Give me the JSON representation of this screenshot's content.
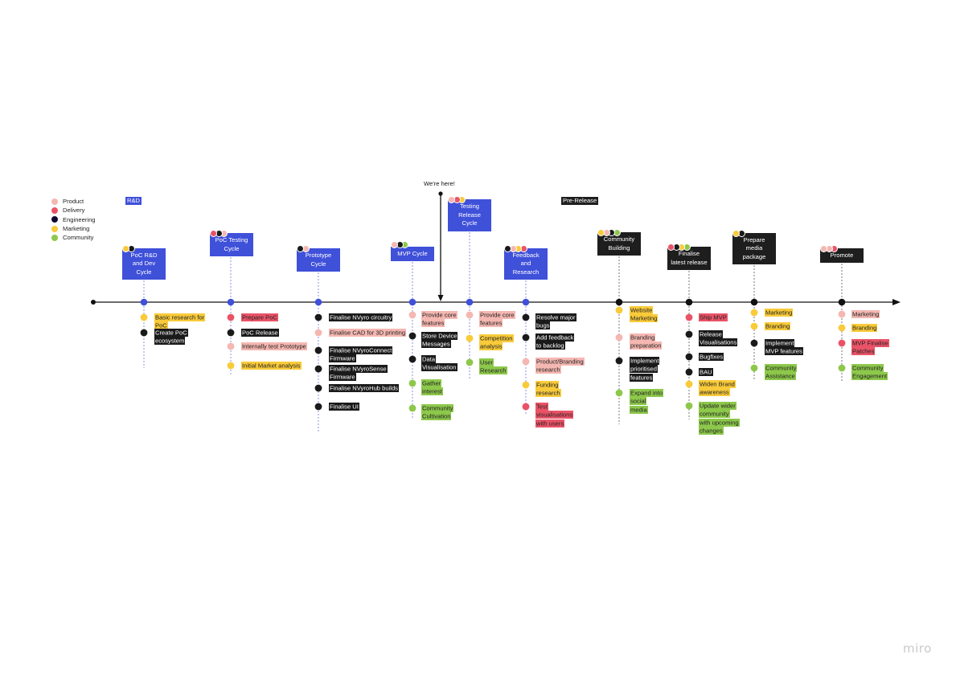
{
  "colors": {
    "product": "#F5B7B1",
    "delivery": "#EA5367",
    "engineering": "#1A1A1A",
    "marketing": "#F9CB3A",
    "community": "#8DC84B",
    "phase_blue": "#3F50D9",
    "phase_black": "#1E1E1E"
  },
  "legend": [
    {
      "label": "Product",
      "color": "#F5B7B1"
    },
    {
      "label": "Delivery",
      "color": "#EA5367"
    },
    {
      "label": "Engineering",
      "color": "#0E0A33"
    },
    {
      "label": "Marketing",
      "color": "#F9CB3A"
    },
    {
      "label": "Community",
      "color": "#8DC84B"
    }
  ],
  "tags": {
    "rd": "R&D",
    "pre_release": "Pre-Release"
  },
  "current_marker": {
    "label": "We're here!"
  },
  "watermark": "miro",
  "phases": [
    {
      "title": "PoC R&D and Dev Cycle",
      "lines": [
        "PoC R&D",
        "and Dev",
        "Cycle"
      ],
      "style": "blue",
      "avatars": [
        "marketing",
        "engineering"
      ],
      "tasks": [
        {
          "text": "Basic research for PoC",
          "cat": "marketing"
        },
        {
          "text": "Create PoC ecosystem",
          "cat": "engineering"
        }
      ]
    },
    {
      "title": "PoC Testing Cycle",
      "lines": [
        "PoC Testing",
        "Cycle"
      ],
      "style": "blue",
      "avatars": [
        "delivery",
        "engineering",
        "product"
      ],
      "tasks": [
        {
          "text": "Prepare PoC",
          "cat": "delivery"
        },
        {
          "text": "PoC Release",
          "cat": "engineering"
        },
        {
          "text": "Internally test Prototype",
          "cat": "product"
        },
        {
          "text": "Initial Market analysis",
          "cat": "marketing"
        }
      ]
    },
    {
      "title": "Prototype Cycle",
      "lines": [
        "Prototype",
        "Cycle"
      ],
      "style": "blue",
      "avatars": [
        "engineering",
        "product"
      ],
      "tasks": [
        {
          "text": "Finalise NVyro circuitry",
          "cat": "engineering"
        },
        {
          "text": "Finalise CAD for 3D printing",
          "cat": "product"
        },
        {
          "text": "Finalise NVyroConnect Firmware",
          "cat": "engineering"
        },
        {
          "text": "Finalise NVyroSense Firmware",
          "cat": "engineering"
        },
        {
          "text": "Finalise NVyroHub builds",
          "cat": "engineering"
        },
        {
          "text": "Finalise UI",
          "cat": "engineering"
        }
      ]
    },
    {
      "title": "MVP Cycle",
      "lines": [
        "MVP Cycle"
      ],
      "style": "blue",
      "avatars": [
        "product",
        "engineering",
        "community"
      ],
      "tasks": [
        {
          "text": "Provide core features",
          "cat": "product"
        },
        {
          "text": "Store Device Messages",
          "cat": "engineering"
        },
        {
          "text": "Data Visualisation",
          "cat": "engineering"
        },
        {
          "text": "Gather interest",
          "cat": "community"
        },
        {
          "text": "Community Cultivation",
          "cat": "community"
        }
      ]
    },
    {
      "title": "Testing Release Cycle",
      "lines": [
        "Testing",
        "Release",
        "Cycle"
      ],
      "style": "blue",
      "avatars": [
        "product",
        "delivery",
        "marketing"
      ],
      "tasks": [
        {
          "text": "Provide core features",
          "cat": "product"
        },
        {
          "text": "Competition analysis",
          "cat": "marketing"
        },
        {
          "text": "User Research",
          "cat": "community"
        }
      ]
    },
    {
      "title": "Feedback and Research",
      "lines": [
        "Feedback",
        "and",
        "Research"
      ],
      "style": "blue",
      "avatars": [
        "engineering",
        "product",
        "marketing",
        "delivery"
      ],
      "tasks": [
        {
          "text": "Resolve major bugs",
          "cat": "engineering"
        },
        {
          "text": "Add feedback to backlog",
          "cat": "engineering"
        },
        {
          "text": "Product/Branding research",
          "cat": "product"
        },
        {
          "text": "Funding research",
          "cat": "marketing"
        },
        {
          "text": "Test visualisations with users",
          "cat": "delivery"
        }
      ]
    },
    {
      "title": "Community Building",
      "lines": [
        "Community",
        "Building"
      ],
      "style": "black",
      "avatars": [
        "marketing",
        "product",
        "engineering",
        "community"
      ],
      "tasks": [
        {
          "text": "Website Marketing",
          "cat": "marketing"
        },
        {
          "text": "Branding preparation",
          "cat": "product"
        },
        {
          "text": "Implement prioritised features",
          "cat": "engineering"
        },
        {
          "text": "Expand into social media",
          "cat": "community"
        }
      ]
    },
    {
      "title": "Finalise latest release",
      "lines": [
        "Finalise",
        "latest release"
      ],
      "style": "black",
      "avatars": [
        "delivery",
        "engineering",
        "marketing",
        "community"
      ],
      "tasks": [
        {
          "text": "Ship MVP",
          "cat": "delivery"
        },
        {
          "text": "Release Visualisations",
          "cat": "engineering"
        },
        {
          "text": "Bugfixes",
          "cat": "engineering"
        },
        {
          "text": "BAU",
          "cat": "engineering"
        },
        {
          "text": "Widen Brand awareness",
          "cat": "marketing"
        },
        {
          "text": "Update wider community with upcoming changes",
          "cat": "community"
        }
      ]
    },
    {
      "title": "Prepare media package",
      "lines": [
        "Prepare",
        "media",
        "package"
      ],
      "style": "black",
      "avatars": [
        "marketing",
        "engineering"
      ],
      "tasks": [
        {
          "text": "Marketing",
          "cat": "marketing"
        },
        {
          "text": "Branding",
          "cat": "marketing"
        },
        {
          "text": "Implement MVP features",
          "cat": "engineering"
        },
        {
          "text": "Community Assistance",
          "cat": "community"
        }
      ]
    },
    {
      "title": "Promote",
      "lines": [
        "Promote"
      ],
      "style": "black",
      "avatars": [
        "product",
        "product",
        "delivery"
      ],
      "tasks": [
        {
          "text": "Marketing",
          "cat": "product"
        },
        {
          "text": "Branding",
          "cat": "marketing"
        },
        {
          "text": "MVP Finalise Patches",
          "cat": "delivery"
        },
        {
          "text": "Community Engagement",
          "cat": "community"
        }
      ]
    }
  ]
}
